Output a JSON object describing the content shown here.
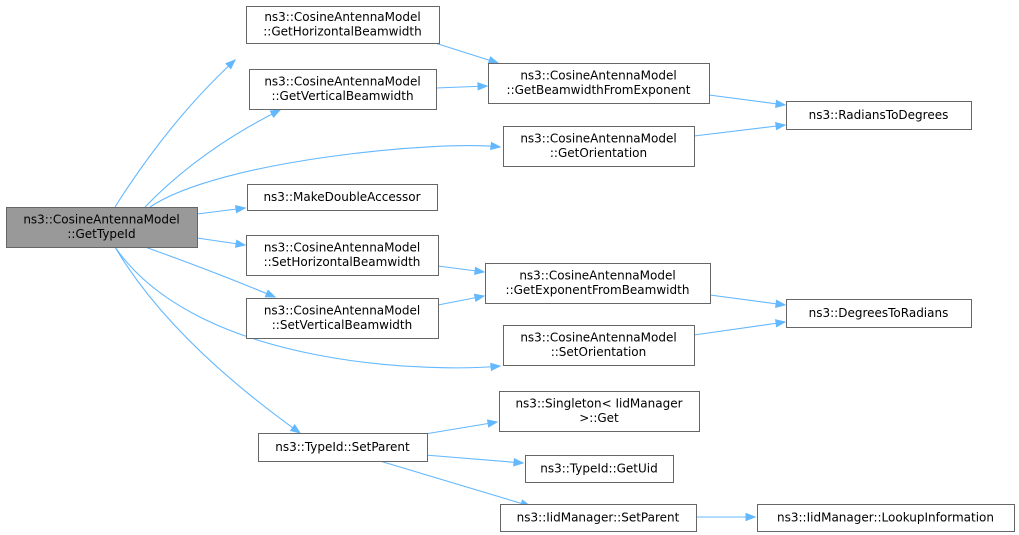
{
  "nodes": [
    {
      "id": "root",
      "lines": [
        "ns3::CosineAntennaModel",
        "::GetTypeId"
      ],
      "root": true
    },
    {
      "id": "ghb",
      "lines": [
        "ns3::CosineAntennaModel",
        "::GetHorizontalBeamwidth"
      ]
    },
    {
      "id": "gvb",
      "lines": [
        "ns3::CosineAntennaModel",
        "::GetVerticalBeamwidth"
      ]
    },
    {
      "id": "gbfe",
      "lines": [
        "ns3::CosineAntennaModel",
        "::GetBeamwidthFromExponent"
      ]
    },
    {
      "id": "r2d",
      "lines": [
        "ns3::RadiansToDegrees"
      ]
    },
    {
      "id": "gor",
      "lines": [
        "ns3::CosineAntennaModel",
        "::GetOrientation"
      ]
    },
    {
      "id": "mda",
      "lines": [
        "ns3::MakeDoubleAccessor"
      ]
    },
    {
      "id": "shb",
      "lines": [
        "ns3::CosineAntennaModel",
        "::SetHorizontalBeamwidth"
      ]
    },
    {
      "id": "gefb",
      "lines": [
        "ns3::CosineAntennaModel",
        "::GetExponentFromBeamwidth"
      ]
    },
    {
      "id": "svb",
      "lines": [
        "ns3::CosineAntennaModel",
        "::SetVerticalBeamwidth"
      ]
    },
    {
      "id": "d2r",
      "lines": [
        "ns3::DegreesToRadians"
      ]
    },
    {
      "id": "sor",
      "lines": [
        "ns3::CosineAntennaModel",
        "::SetOrientation"
      ]
    },
    {
      "id": "tsp",
      "lines": [
        "ns3::TypeId::SetParent"
      ]
    },
    {
      "id": "sing",
      "lines": [
        "ns3::Singleton< IidManager",
        ">::Get"
      ]
    },
    {
      "id": "guid",
      "lines": [
        "ns3::TypeId::GetUid"
      ]
    },
    {
      "id": "isp",
      "lines": [
        "ns3::IidManager::SetParent"
      ]
    },
    {
      "id": "lki",
      "lines": [
        "ns3::IidManager::LookupInformation"
      ]
    }
  ],
  "edges": [
    [
      "root",
      "ghb"
    ],
    [
      "root",
      "gvb"
    ],
    [
      "root",
      "gor"
    ],
    [
      "root",
      "mda"
    ],
    [
      "root",
      "shb"
    ],
    [
      "root",
      "svb"
    ],
    [
      "root",
      "sor"
    ],
    [
      "root",
      "tsp"
    ],
    [
      "ghb",
      "gbfe"
    ],
    [
      "gvb",
      "gbfe"
    ],
    [
      "gbfe",
      "r2d"
    ],
    [
      "gor",
      "r2d"
    ],
    [
      "shb",
      "gefb"
    ],
    [
      "svb",
      "gefb"
    ],
    [
      "gefb",
      "d2r"
    ],
    [
      "sor",
      "d2r"
    ],
    [
      "tsp",
      "sing"
    ],
    [
      "tsp",
      "guid"
    ],
    [
      "tsp",
      "isp"
    ],
    [
      "isp",
      "lki"
    ]
  ],
  "colors": {
    "edge": "#63b8ff",
    "node_border": "#666666",
    "root_fill": "#999999"
  }
}
